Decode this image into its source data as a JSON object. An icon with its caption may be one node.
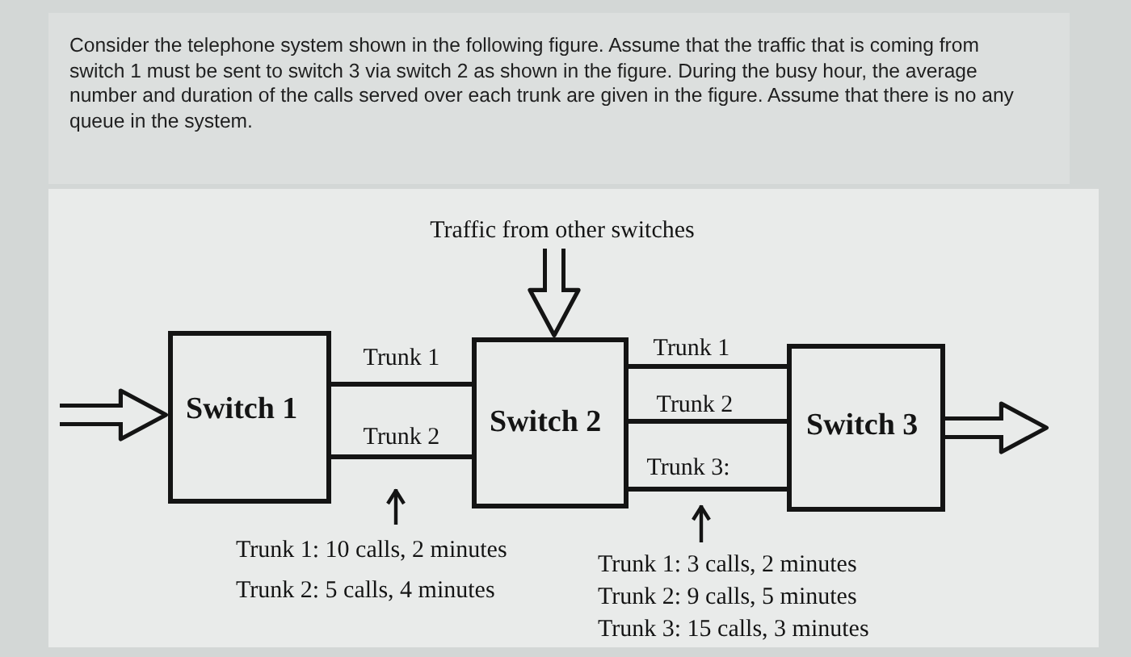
{
  "diagram": {
    "nodes": [
      {
        "text": [
          "Traffic from other switches"
        ]
      },
      {
        "text": [
          "Switch 1"
        ]
      },
      {
        "text": [
          "Switch 2"
        ]
      },
      {
        "text": [
          "Switch 3"
        ]
      },
      {
        "text": [
          "Trunk 1: 10 calls, 2 minutes",
          "Trunk 2: 5 calls, 4 minutes"
        ]
      },
      {
        "text": [
          "Trunk 1: 3 calls, 2 minutes",
          "Trunk 2: 9 calls, 5 minutes",
          "Trunk 3: 15 calls, 3 minutes"
        ]
      }
    ],
    "edges": [
      {
        "from": null,
        "to": 1,
        "arrow": "to",
        "style": "thick"
      },
      {
        "from": 0,
        "to": 2,
        "arrow": "to",
        "style": "thick"
      },
      {
        "from": 3,
        "to": null,
        "arrow": "to",
        "style": "thick"
      },
      {
        "from": 1,
        "to": 2,
        "arrow": "none",
        "label": "Trunk 1"
      },
      {
        "from": 1,
        "to": 2,
        "arrow": "none",
        "label": "Trunk 2"
      },
      {
        "from": 2,
        "to": 3,
        "arrow": "none",
        "label": "Trunk 1"
      },
      {
        "from": 2,
        "to": 3,
        "arrow": "none",
        "label": "Trunk 2"
      },
      {
        "from": 2,
        "to": 3,
        "arrow": "none",
        "label": "Trunk 3:"
      },
      {
        "from": 4,
        "to": null,
        "arrow": "to"
      },
      {
        "from": 5,
        "to": null,
        "arrow": "to"
      }
    ],
    "labels": [
      "Consider the telephone system shown in the following figure. Assume that the traffic that is coming from switch 1 must be sent to switch 3 via switch 2 as shown in the figure. During the busy hour, the average number and duration of the calls served over each trunk are given in the figure. Assume that there is no any queue in the system."
    ]
  }
}
